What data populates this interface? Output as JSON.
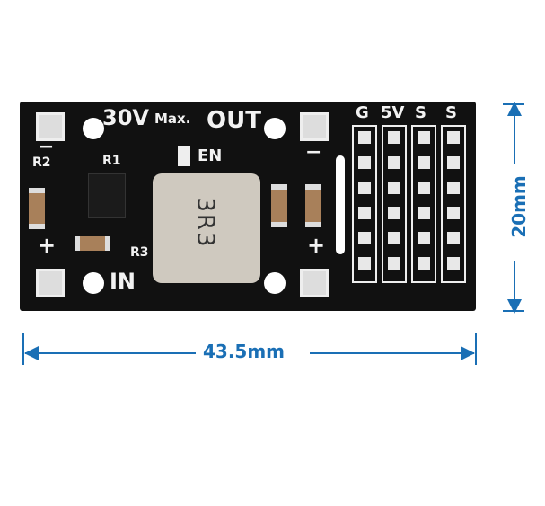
{
  "board": {
    "voltage_label": "30V",
    "max_label": "Max.",
    "out_label": "OUT",
    "in_label": "IN",
    "en_label": "EN",
    "r1_label": "R1",
    "r2_label": "R2",
    "r3_label": "R3",
    "plus_label": "+",
    "minus_label": "−",
    "inductor_marking": "3R3",
    "header_labels": [
      "G",
      "5V",
      "S",
      "S"
    ]
  },
  "dimensions": {
    "height_label": "20mm",
    "width_label": "43.5mm",
    "color": "#1a6fb5"
  }
}
